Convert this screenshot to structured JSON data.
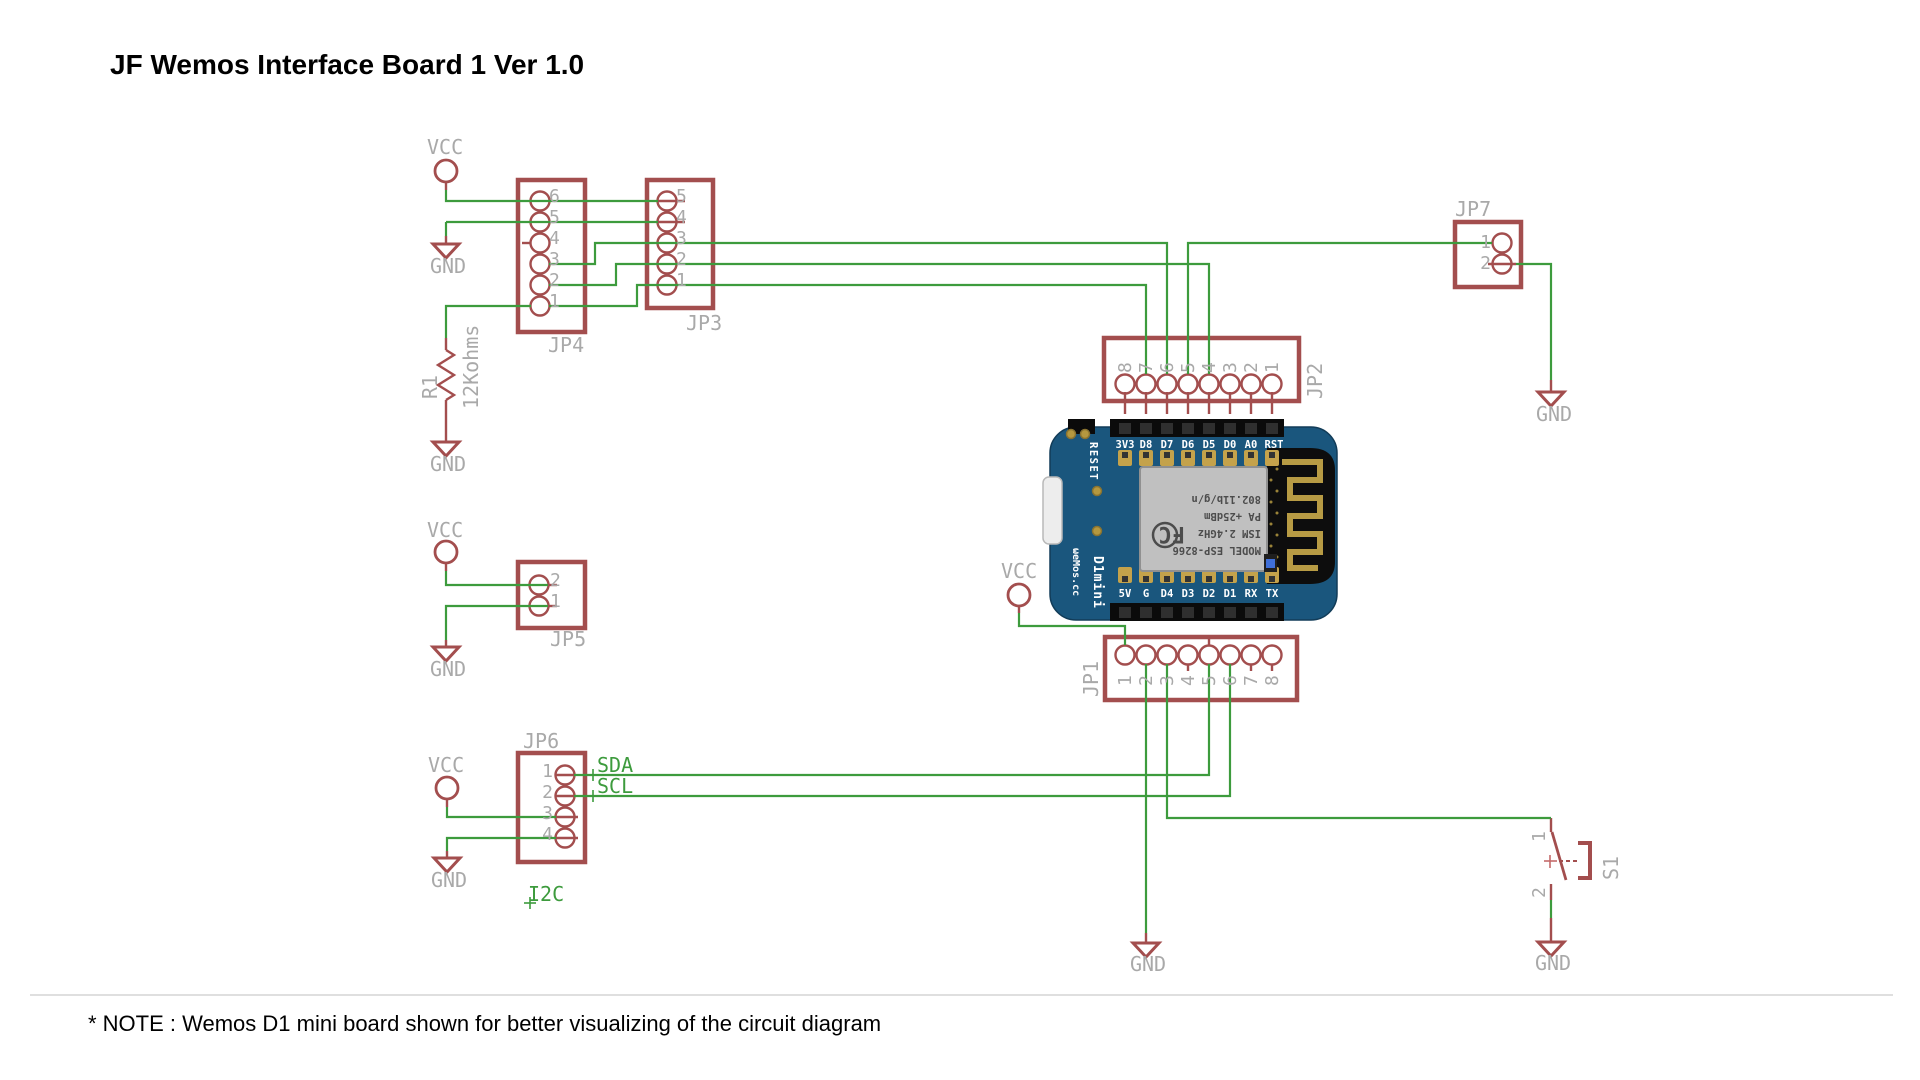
{
  "title": "JF Wemos Interface Board 1 Ver 1.0",
  "note": "* NOTE : Wemos D1 mini board shown for better visualizing of the circuit diagram",
  "colors": {
    "wire_green": "#3d9b3d",
    "symbol_maroon": "#a34e4e",
    "label_gray": "#a9a9a9",
    "board_blue": "#1a567d",
    "pad_gold": "#c4a24b",
    "shield_gray": "#c0c0c0"
  },
  "power": {
    "vcc": "VCC",
    "gnd": "GND"
  },
  "connectors": {
    "jp1": {
      "name": "JP1",
      "pins": [
        "1",
        "2",
        "3",
        "4",
        "5",
        "6",
        "7",
        "8"
      ]
    },
    "jp2": {
      "name": "JP2",
      "pins": [
        "8",
        "7",
        "6",
        "5",
        "4",
        "3",
        "2",
        "1"
      ]
    },
    "jp3": {
      "name": "JP3",
      "pins": [
        "5",
        "4",
        "3",
        "2",
        "1"
      ]
    },
    "jp4": {
      "name": "JP4",
      "pins": [
        "6",
        "5",
        "4",
        "3",
        "2",
        "1"
      ]
    },
    "jp5": {
      "name": "JP5",
      "pins": [
        "2",
        "1"
      ]
    },
    "jp6": {
      "name": "JP6",
      "pins": [
        "1",
        "2",
        "3",
        "4"
      ]
    },
    "jp7": {
      "name": "JP7",
      "pins": [
        "1",
        "2"
      ]
    }
  },
  "components": {
    "r1": {
      "name": "R1",
      "value": "12Kohms"
    },
    "s1": {
      "name": "S1",
      "pins": [
        "1",
        "2"
      ]
    }
  },
  "net_labels": {
    "sda": "SDA",
    "scl": "SCL",
    "i2c": "I2C"
  },
  "board": {
    "top_pins": [
      "3V3",
      "D8",
      "D7",
      "D6",
      "D5",
      "D0",
      "A0",
      "RST"
    ],
    "bottom_pins": [
      "5V",
      "G",
      "D4",
      "D3",
      "D2",
      "D1",
      "RX",
      "TX"
    ],
    "reset": "RESET",
    "brand": "ωeMos.cc",
    "model": "D1mini",
    "fcc": "FC",
    "shield_lines": [
      "MODEL ESP-8266",
      "ISM 2.4GHz",
      "PA +25dBm",
      "802.11b/g/n"
    ]
  }
}
